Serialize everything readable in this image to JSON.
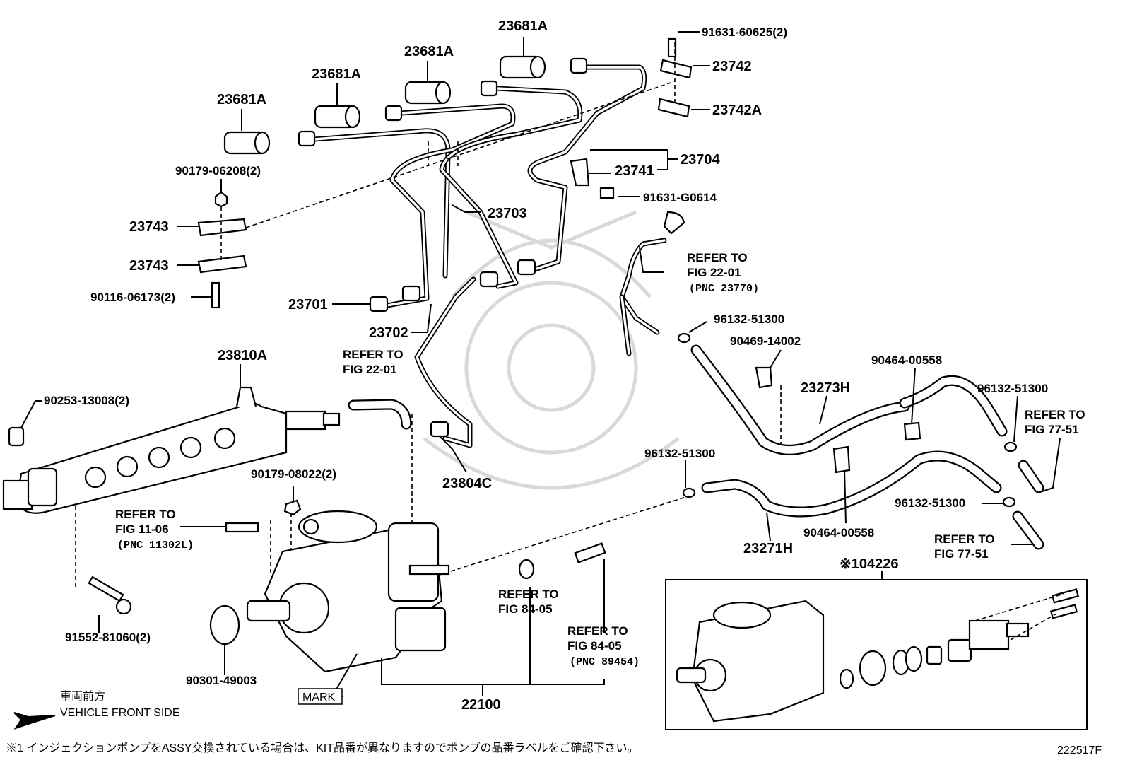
{
  "labels": {
    "p23681A_1": "23681A",
    "p23681A_2": "23681A",
    "p23681A_3": "23681A",
    "p23681A_4": "23681A",
    "p91631_60625": "91631-60625(2)",
    "p23742": "23742",
    "p23742A": "23742A",
    "p23704": "23704",
    "p23741": "23741",
    "p91631_G0614": "91631-G0614",
    "p90179_06208": "90179-06208(2)",
    "p23743_1": "23743",
    "p23743_2": "23743",
    "p90116_06173": "90116-06173(2)",
    "p23703": "23703",
    "p23701": "23701",
    "p23702": "23702",
    "p23810A": "23810A",
    "p90253_13008": "90253-13008(2)",
    "p23804C": "23804C",
    "p90179_08022": "90179-08022(2)",
    "p91552_81060": "91552-81060(2)",
    "p90301_49003": "90301-49003",
    "p22100": "22100",
    "p96132_51300_1": "96132-51300",
    "p96132_51300_2": "96132-51300",
    "p96132_51300_3": "96132-51300",
    "p96132_51300_4": "96132-51300",
    "p90469_14002": "90469-14002",
    "p23273H": "23273H",
    "p90464_00558_1": "90464-00558",
    "p90464_00558_2": "90464-00558",
    "p23271H": "23271H",
    "p04226": "※104226"
  },
  "refs": {
    "r1": {
      "line1": "REFER TO",
      "line2": "FIG 22-01",
      "line3": "(PNC 23770)"
    },
    "r2": {
      "line1": "REFER TO",
      "line2": "FIG 22-01"
    },
    "r3": {
      "line1": "REFER TO",
      "line2": "FIG 11-06",
      "line3": "(PNC 11302L)"
    },
    "r4": {
      "line1": "REFER TO",
      "line2": "FIG 84-05"
    },
    "r5": {
      "line1": "REFER TO",
      "line2": "FIG 84-05",
      "line3": "(PNC 89454)"
    },
    "r6": {
      "line1": "REFER TO",
      "line2": "FIG 77-51"
    },
    "r7": {
      "line1": "REFER TO",
      "line2": "FIG 77-51"
    }
  },
  "mark_label": "MARK",
  "direction": {
    "ja": "車両前方",
    "en": "VEHICLE FRONT SIDE"
  },
  "footnote": "※1 インジェクションポンプをASSY交換されている場合は、KIT品番が異なりますのでポンプの品番ラベルをご確認下さい。",
  "figure_id": "222517F",
  "icons": [
    "arrow-left-icon"
  ]
}
